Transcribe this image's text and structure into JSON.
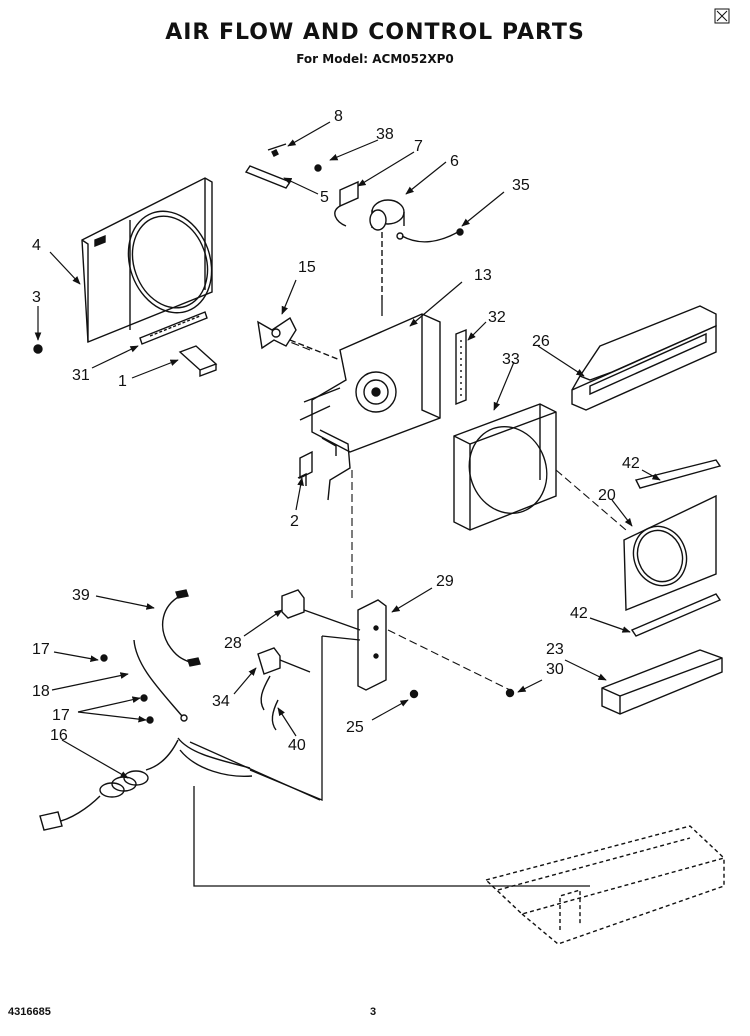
{
  "header": {
    "title": "AIR FLOW AND CONTROL PARTS",
    "subtitle": "For Model: ACM052XP0"
  },
  "callouts": {
    "c8": "8",
    "c38": "38",
    "c7": "7",
    "c6": "6",
    "c5": "5",
    "c35": "35",
    "c4": "4",
    "c3": "3",
    "c15": "15",
    "c13": "13",
    "c32": "32",
    "c26": "26",
    "c33": "33",
    "c31": "31",
    "c1": "1",
    "c42a": "42",
    "c20": "20",
    "c2": "2",
    "c29": "29",
    "c39": "39",
    "c28": "28",
    "c42b": "42",
    "c17a": "17",
    "c23": "23",
    "c30": "30",
    "c18": "18",
    "c34": "34",
    "c17b": "17",
    "c25": "25",
    "c16": "16",
    "c40": "40"
  },
  "footer": {
    "doc_number": "4316685",
    "page_number": "3"
  }
}
